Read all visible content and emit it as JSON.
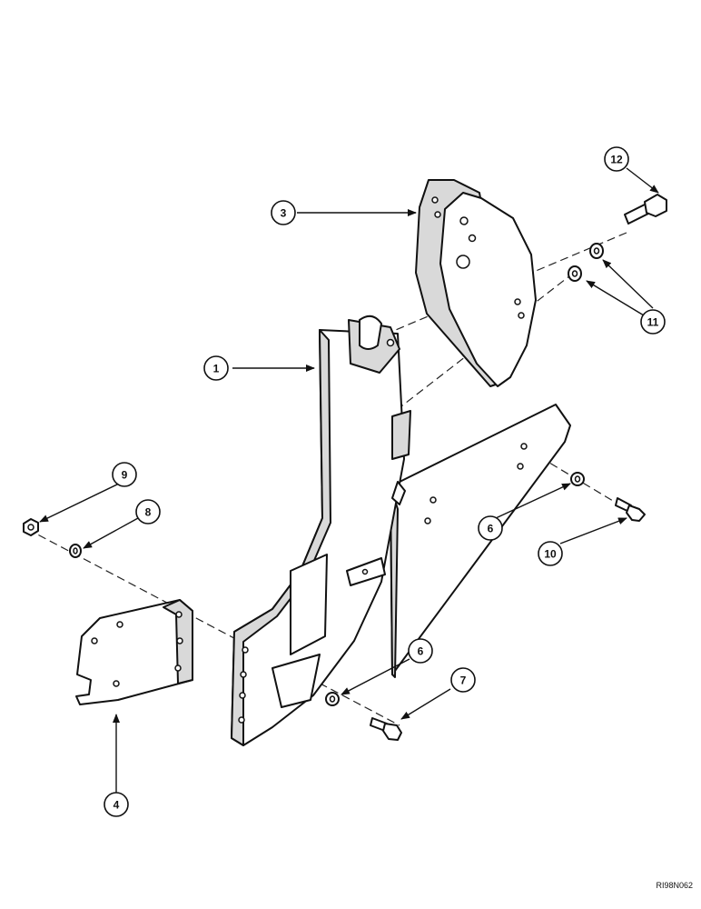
{
  "diagram": {
    "reference_code": "RI98N062",
    "callouts": {
      "c1": "1",
      "c3": "3",
      "c4": "4",
      "c6a": "6",
      "c6b": "6",
      "c7": "7",
      "c8": "8",
      "c9": "9",
      "c10": "10",
      "c11": "11",
      "c12": "12"
    }
  }
}
